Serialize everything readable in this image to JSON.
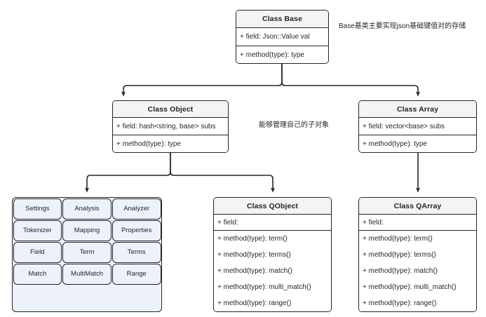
{
  "diagram": {
    "title": "JSON class hierarchy UML diagram",
    "stroke_color": "#22262b",
    "title_fill": "#f4f4f4",
    "body_fill": "#ffffff",
    "tile_fill": "#edf2fa",
    "background": "#ffffff"
  },
  "classes": {
    "base": {
      "name": "Class Base",
      "fields": [
        "+ field:  Json::Value  val"
      ],
      "methods": [
        "+ method(type): type"
      ]
    },
    "object": {
      "name": "Class Object",
      "fields": [
        "+ field: hash<string, base> subs"
      ],
      "methods": [
        "+ method(type): type"
      ]
    },
    "array": {
      "name": "Class Array",
      "fields": [
        "+ field: vector<base> subs"
      ],
      "methods": [
        "+ method(type): type"
      ]
    },
    "qobject": {
      "name": "Class QObject",
      "fields": [
        "+ field:"
      ],
      "methods": [
        "+ method(type): term()",
        "+ method(type): terms()",
        "+ method(type): match()",
        "+ method(type): multi_match()",
        "+ method(type): range()"
      ]
    },
    "qarray": {
      "name": "Class QArray",
      "fields": [
        "+ field:"
      ],
      "methods": [
        "+ method(type): term()",
        "+ method(type): terms()",
        "+ method(type): match()",
        "+ method(type): multi_match()",
        "+ method(type): range()"
      ]
    }
  },
  "notes": [
    {
      "id": "note-base",
      "text": "Base基类主要实现json基础键值对的存储"
    },
    {
      "id": "note-object",
      "text": "能够管理自己的子对象"
    }
  ],
  "subclass_grid": {
    "rows": [
      [
        "Settings",
        "Analysis",
        "Analyzer"
      ],
      [
        "Tokenizer",
        "Mapping",
        "Properties"
      ],
      [
        "Field",
        "Term",
        "Terms"
      ],
      [
        "Match",
        "MultiMatch",
        "Range"
      ]
    ],
    "empty_row": true
  },
  "edges": [
    {
      "id": "edge-base-to-object",
      "from": "Class Base",
      "to": "Class Object",
      "kind": "inheritance-arrow"
    },
    {
      "id": "edge-base-to-array",
      "from": "Class Base",
      "to": "Class Array",
      "kind": "inheritance-arrow"
    },
    {
      "id": "edge-object-to-grid",
      "from": "Class Object",
      "to": "subclass-grid",
      "kind": "inheritance-arrow"
    },
    {
      "id": "edge-object-to-qobject",
      "from": "Class Object",
      "to": "Class QObject",
      "kind": "inheritance-arrow"
    },
    {
      "id": "edge-array-to-qarray",
      "from": "Class Array",
      "to": "Class QArray",
      "kind": "inheritance-arrow"
    }
  ]
}
